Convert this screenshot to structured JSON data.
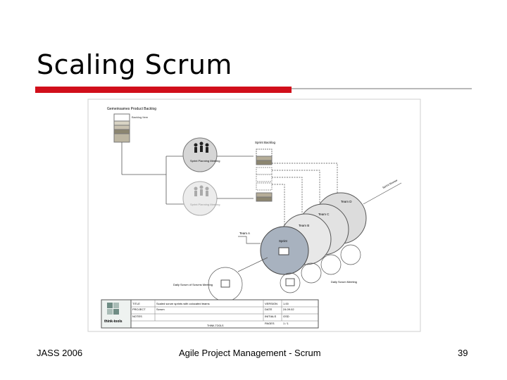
{
  "slide": {
    "title": "Scaling Scrum",
    "footer_left": "JASS 2006",
    "footer_center": "Agile Project Management - Scrum",
    "page_number": "39"
  },
  "diagram": {
    "heading": "Gemeinsames Product Backlog",
    "backlog_label": "Backlog Item",
    "sprint_backlog": "Sprint Backlog",
    "planning_meeting": "Sprint Planning Meeting",
    "planning_meeting_2": "Sprint Planning Meeting",
    "team_d": "Team D",
    "team_c": "Team C",
    "team_b": "Team B",
    "team_a": "Team A",
    "sprint": "Sprint",
    "team_label": "Team A",
    "daily_scrum_of_scrums": "Daily Scrum of Scrums Meeting",
    "daily_scrum": "Daily Scrum Meeting",
    "sprint_review": "Sprint Review"
  },
  "title_block": {
    "logo": "think-tools",
    "row_labels": [
      "TITLE",
      "PROJECT",
      "NOTES"
    ],
    "row_values": [
      "Scaled scrum sprints with colocated teams",
      "Scrum",
      ""
    ],
    "meta_labels": [
      "VERSION",
      "DATE",
      "INITIALS",
      "PAGES"
    ],
    "meta_values": [
      "1.00",
      "24.09.02",
      "GSD",
      "1 / 1"
    ],
    "footer": "THINK-TOOLS"
  }
}
